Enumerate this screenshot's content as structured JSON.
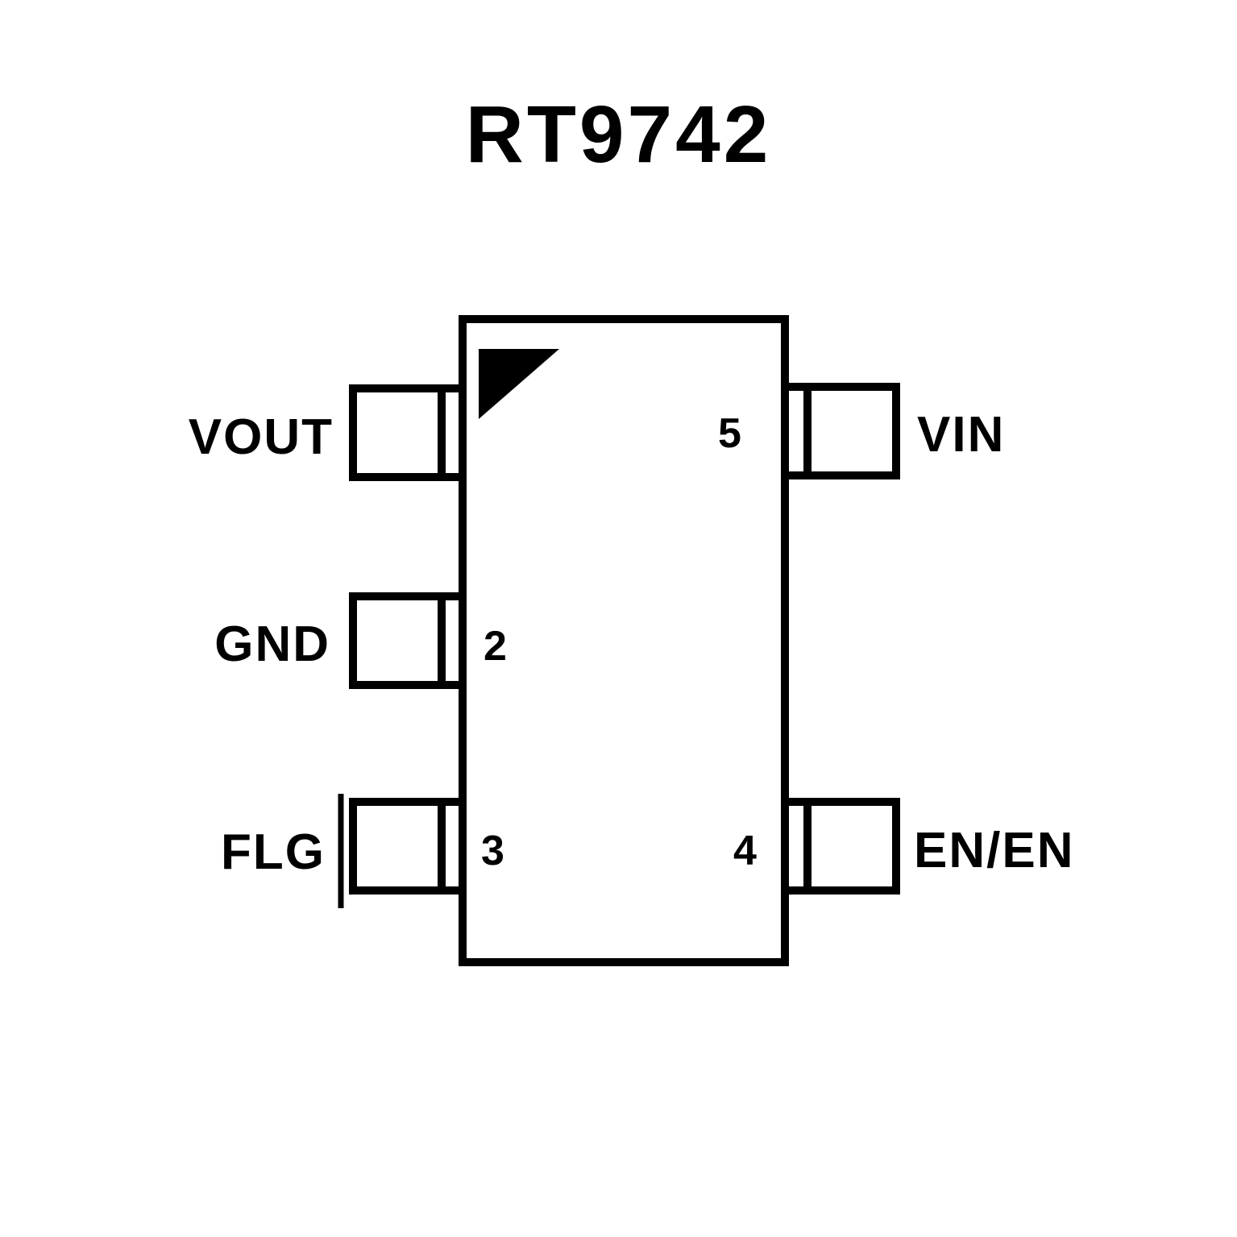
{
  "title": "RT9742",
  "package": {
    "pin1_marker": "triangle-marker"
  },
  "pins": [
    {
      "number": "",
      "name": "VOUT",
      "side": "left"
    },
    {
      "number": "2",
      "name": "GND",
      "side": "left"
    },
    {
      "number": "3",
      "name": "FLG",
      "side": "left",
      "active_low": true
    },
    {
      "number": "4",
      "name": "EN/EN",
      "side": "right"
    },
    {
      "number": "5",
      "name": "VIN",
      "side": "right"
    }
  ]
}
